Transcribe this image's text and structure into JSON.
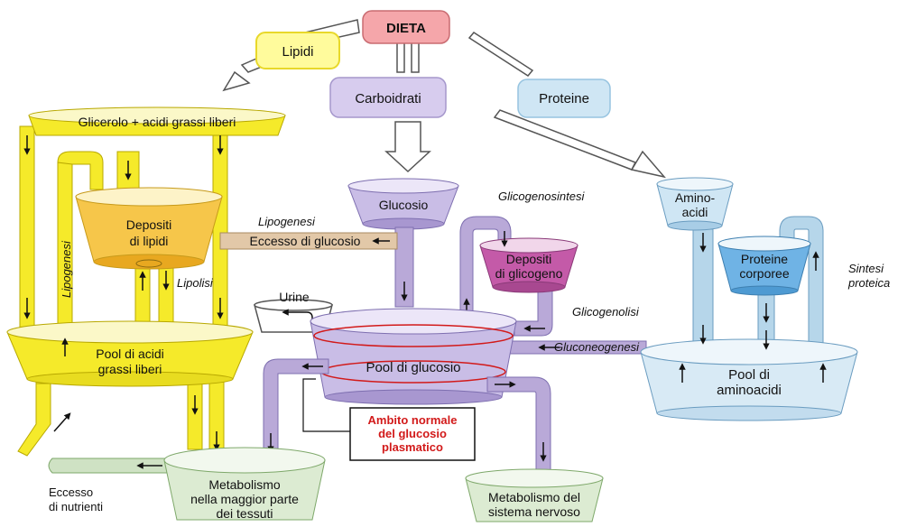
{
  "sources": {
    "diet": "DIETA",
    "lipids": "Lipidi",
    "carbs": "Carboidrati",
    "proteins": "Proteine"
  },
  "lipid_side": {
    "glycerol": "Glicerolo + acidi grassi liberi",
    "deposits": [
      "Depositi",
      "di lipidi"
    ],
    "pool": [
      "Pool di acidi",
      "grassi liberi"
    ],
    "lipogenesis": "Lipogenesi",
    "lipolysis": "Lipolisi",
    "excess": [
      "Eccesso",
      "di nutrienti"
    ]
  },
  "carb_side": {
    "glucose": "Glucosio",
    "lipogenesis": "Lipogenesi",
    "glucose_excess": "Eccesso di glucosio",
    "glycogen_synthesis": "Glicogenosintesi",
    "glycogen_deposits": [
      "Depositi",
      "di glicogeno"
    ],
    "glycogenolysis": "Glicogenolisi",
    "gluconeogenesis": "Gluconeogenesi",
    "urine": "Urine",
    "glucose_pool": "Pool di glucosio",
    "normal_range": [
      "Ambito normale",
      "del glucosio",
      "plasmatico"
    ]
  },
  "protein_side": {
    "amino_acids": [
      "Amino-",
      "acidi"
    ],
    "body_proteins": [
      "Proteine",
      "corporee"
    ],
    "protein_synthesis": [
      "Sintesi",
      "proteica"
    ],
    "aa_pool": [
      "Pool di",
      "aminoacidi"
    ]
  },
  "outputs": {
    "tissues": [
      "Metabolismo",
      "nella maggior parte",
      "dei tessuti"
    ],
    "nervous": [
      "Metabolismo del",
      "sistema nervoso"
    ]
  },
  "colors": {
    "lipid": "#f5ea2a",
    "lipid_fill": "#f6c64a",
    "carb": "#b9a9d8",
    "glycogen": "#c45aa8",
    "protein": "#b6d6ea",
    "protein_fill": "#6fb3e5",
    "diet": "#f5a6aa",
    "green": "#cfe2c4",
    "accent_red": "#d21a1a"
  }
}
